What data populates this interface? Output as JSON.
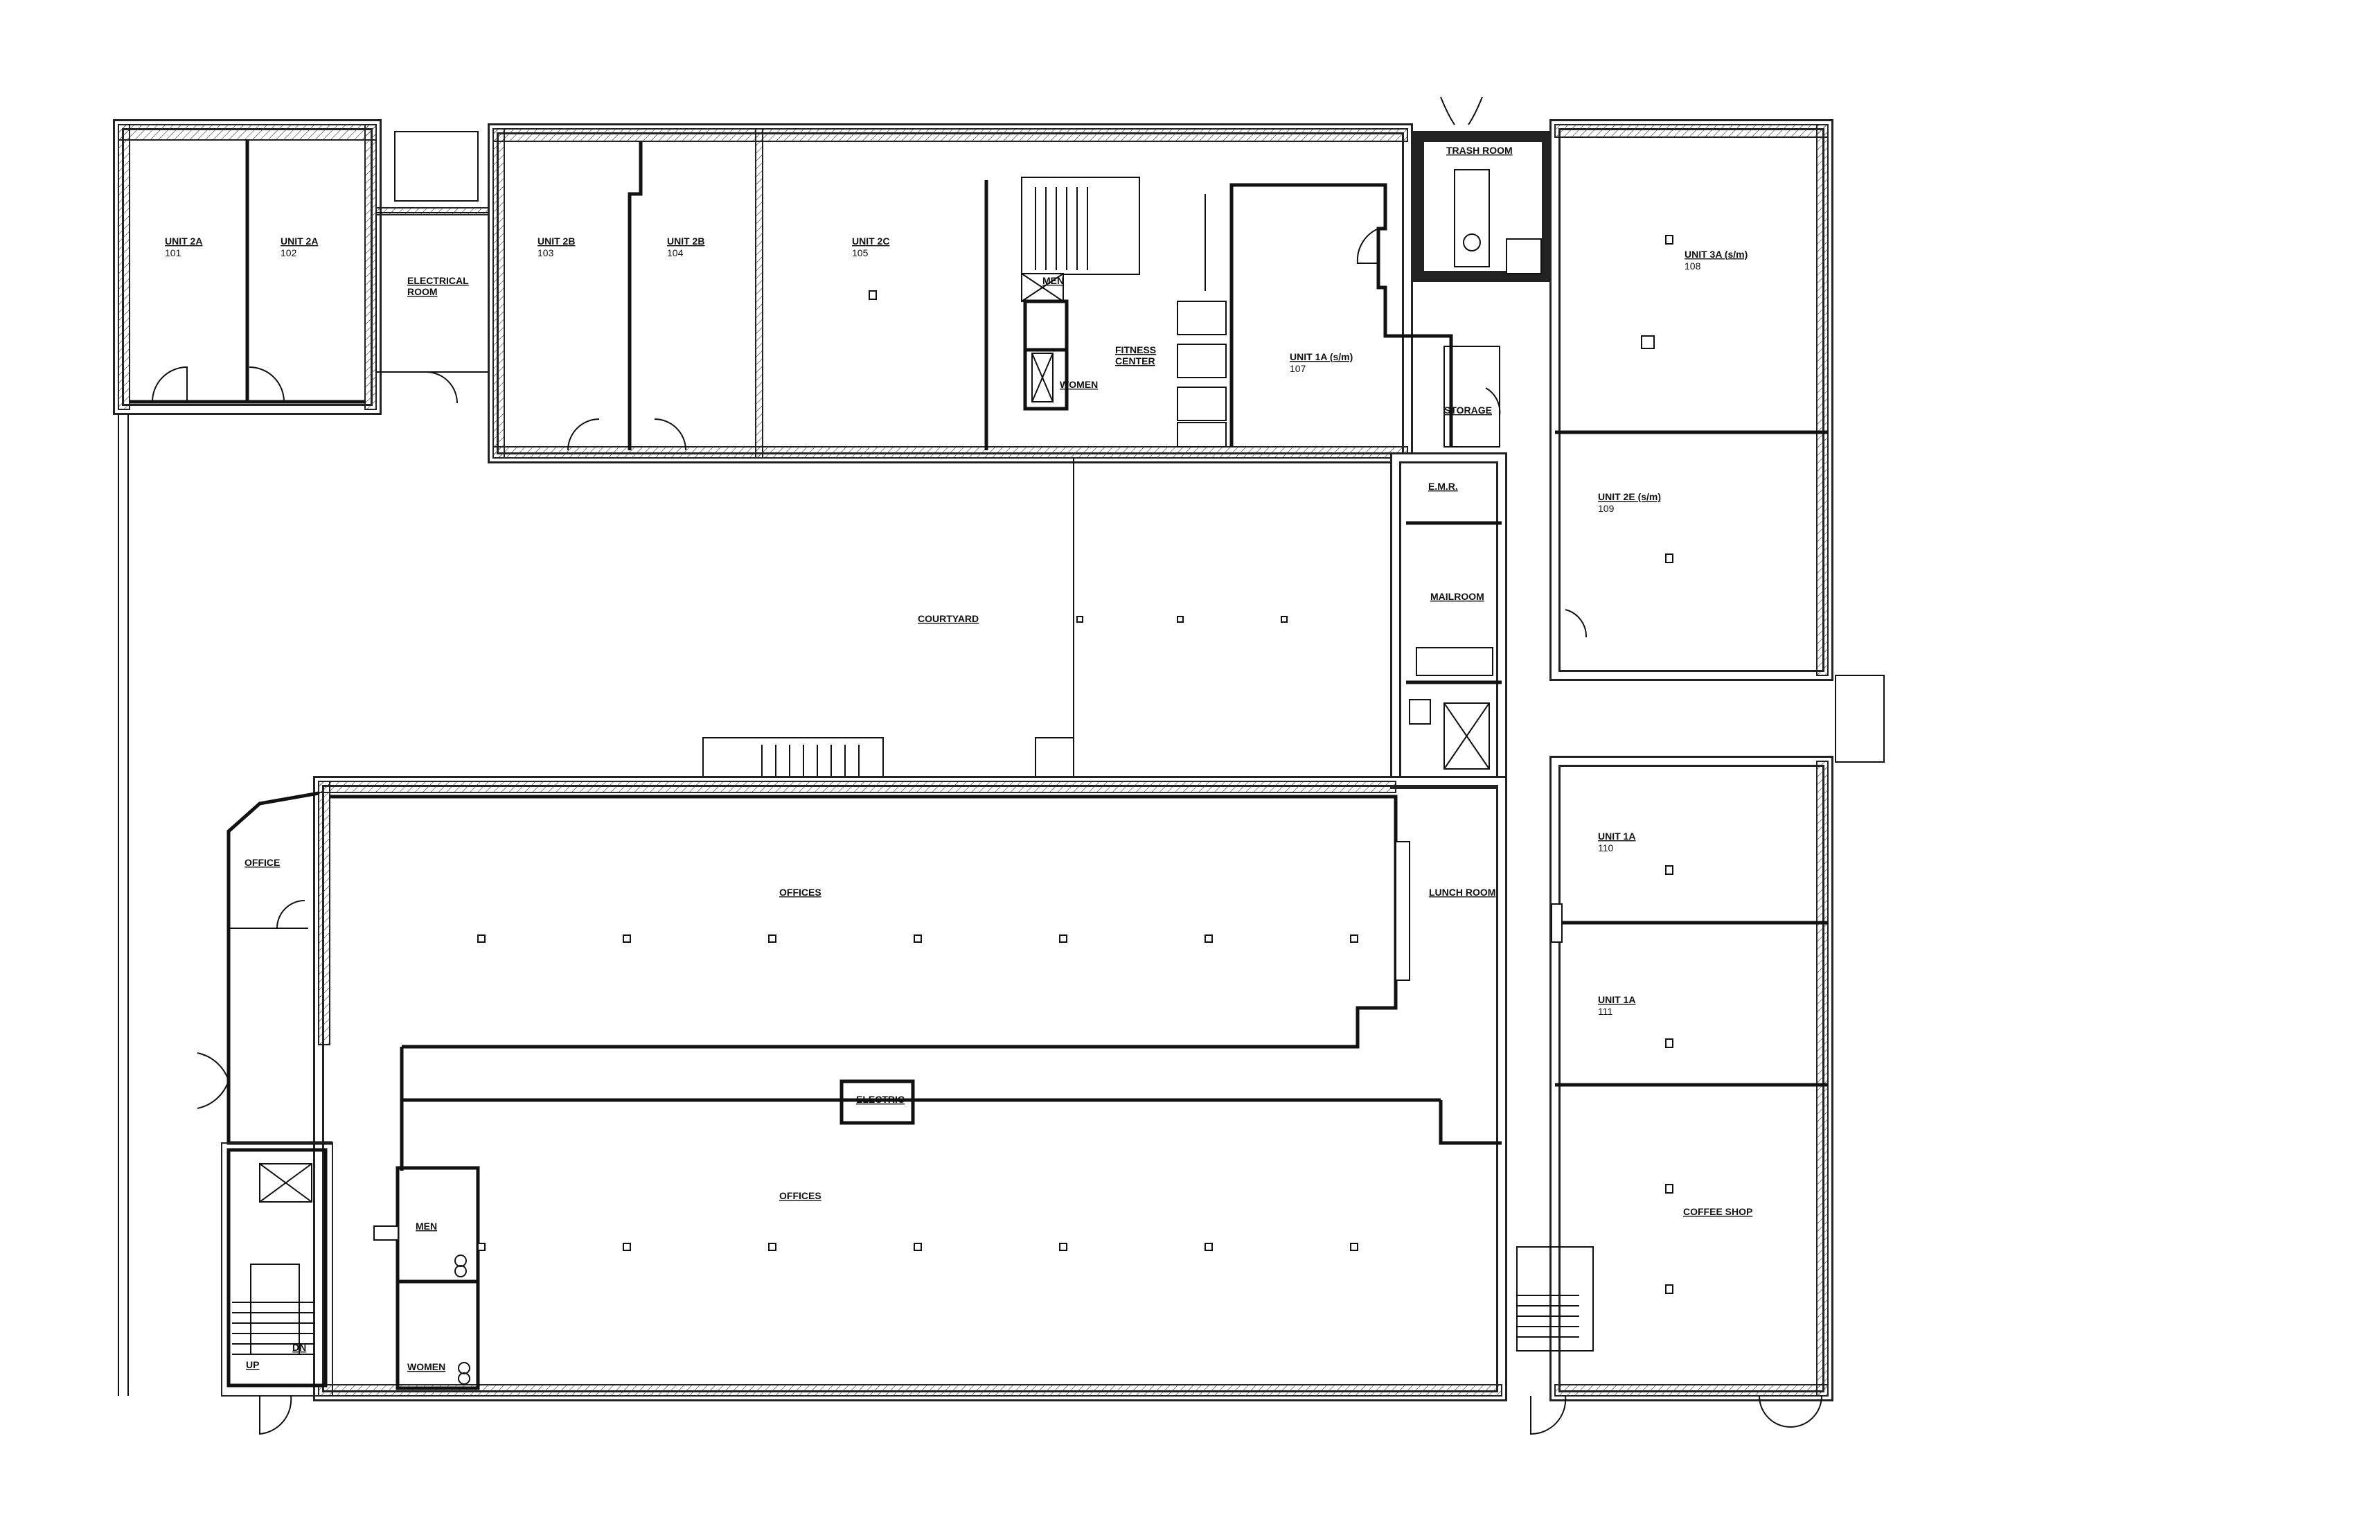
{
  "plan": {
    "rooms": {
      "unit_101": {
        "name": "UNIT 2A",
        "number": "101"
      },
      "unit_102": {
        "name": "UNIT 2A",
        "number": "102"
      },
      "electrical_room": {
        "line1": "ELECTRICAL",
        "line2": "ROOM"
      },
      "unit_103": {
        "name": "UNIT 2B",
        "number": "103"
      },
      "unit_104": {
        "name": "UNIT 2B",
        "number": "104"
      },
      "unit_105": {
        "name": "UNIT 2C",
        "number": "105"
      },
      "men_upper": "MEN",
      "women_upper": "WOMEN",
      "fitness_center": {
        "line1": "FITNESS",
        "line2": "CENTER"
      },
      "unit_107": {
        "name": "UNIT 1A (s/m)",
        "number": "107"
      },
      "trash_room": "TRASH ROOM",
      "storage": "STORAGE",
      "unit_108": {
        "name": "UNIT 3A (s/m)",
        "number": "108"
      },
      "emr": "E.M.R.",
      "mailroom": "MAILROOM",
      "unit_109": {
        "name": "UNIT 2E (s/m)",
        "number": "109"
      },
      "courtyard": "COURTYARD",
      "unit_110": {
        "name": "UNIT 1A",
        "number": "110"
      },
      "unit_111": {
        "name": "UNIT 1A",
        "number": "111"
      },
      "office": "OFFICE",
      "offices_upper": "OFFICES",
      "lunch_room": "LUNCH ROOM",
      "electric": "ELECTRIC",
      "offices_lower": "OFFICES",
      "men_lower": "MEN",
      "women_lower": "WOMEN",
      "coffee_shop": "COFFEE SHOP"
    },
    "stair_labels": {
      "up": "UP",
      "down": "DN"
    }
  }
}
